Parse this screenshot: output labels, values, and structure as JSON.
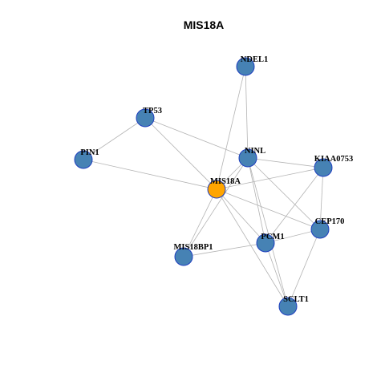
{
  "title": "MIS18A",
  "colors": {
    "node_fill": "#4682b4",
    "center_fill": "#ffa500",
    "node_stroke": "#1f3fbf",
    "edge": "#b3b3b3"
  },
  "nodes": [
    {
      "id": "MIS18A",
      "label": "MIS18A",
      "center": true
    },
    {
      "id": "NDEL1",
      "label": "NDEL1"
    },
    {
      "id": "TP53",
      "label": "TP53"
    },
    {
      "id": "PIN1",
      "label": "PIN1"
    },
    {
      "id": "NINL",
      "label": "NINL"
    },
    {
      "id": "KIAA0753",
      "label": "KIAA0753"
    },
    {
      "id": "CEP170",
      "label": "CEP170"
    },
    {
      "id": "PCM1",
      "label": "PCM1"
    },
    {
      "id": "MIS18BP1",
      "label": "MIS18BP1"
    },
    {
      "id": "SCLT1",
      "label": "SCLT1"
    }
  ],
  "edges": [
    [
      "NDEL1",
      "NINL"
    ],
    [
      "NDEL1",
      "MIS18A"
    ],
    [
      "TP53",
      "PIN1"
    ],
    [
      "TP53",
      "NINL"
    ],
    [
      "TP53",
      "MIS18A"
    ],
    [
      "PIN1",
      "MIS18A"
    ],
    [
      "NINL",
      "KIAA0753"
    ],
    [
      "NINL",
      "MIS18A"
    ],
    [
      "NINL",
      "PCM1"
    ],
    [
      "NINL",
      "CEP170"
    ],
    [
      "NINL",
      "MIS18BP1"
    ],
    [
      "NINL",
      "SCLT1"
    ],
    [
      "KIAA0753",
      "MIS18A"
    ],
    [
      "KIAA0753",
      "CEP170"
    ],
    [
      "KIAA0753",
      "PCM1"
    ],
    [
      "MIS18A",
      "CEP170"
    ],
    [
      "MIS18A",
      "PCM1"
    ],
    [
      "MIS18A",
      "MIS18BP1"
    ],
    [
      "MIS18A",
      "SCLT1"
    ],
    [
      "CEP170",
      "PCM1"
    ],
    [
      "CEP170",
      "SCLT1"
    ],
    [
      "PCM1",
      "MIS18BP1"
    ],
    [
      "PCM1",
      "SCLT1"
    ]
  ]
}
